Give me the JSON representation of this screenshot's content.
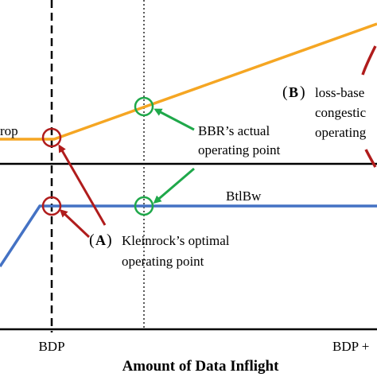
{
  "labels": {
    "rtprop_partial": "rop",
    "bbr_actual_line1": "BBR’s actual",
    "bbr_actual_line2": "operating point",
    "btlbw": "BtlBw",
    "label_a_letter": "A",
    "kleinrock_line1": "Kleinrock’s optimal",
    "kleinrock_line2": "operating point",
    "label_b_letter": "B",
    "loss_line1": "loss-base",
    "loss_line2": "congestic",
    "loss_line3": "operating",
    "x_tick_bdp": "BDP",
    "x_tick_bdp_plus": "BDP +",
    "x_axis_title": "Amount of Data Inflight"
  },
  "colors": {
    "orange_curve": "#F5A623",
    "blue_curve": "#4472C4",
    "red_marker": "#B01C1C",
    "green_marker": "#1FA84A",
    "axis": "#000000"
  }
}
